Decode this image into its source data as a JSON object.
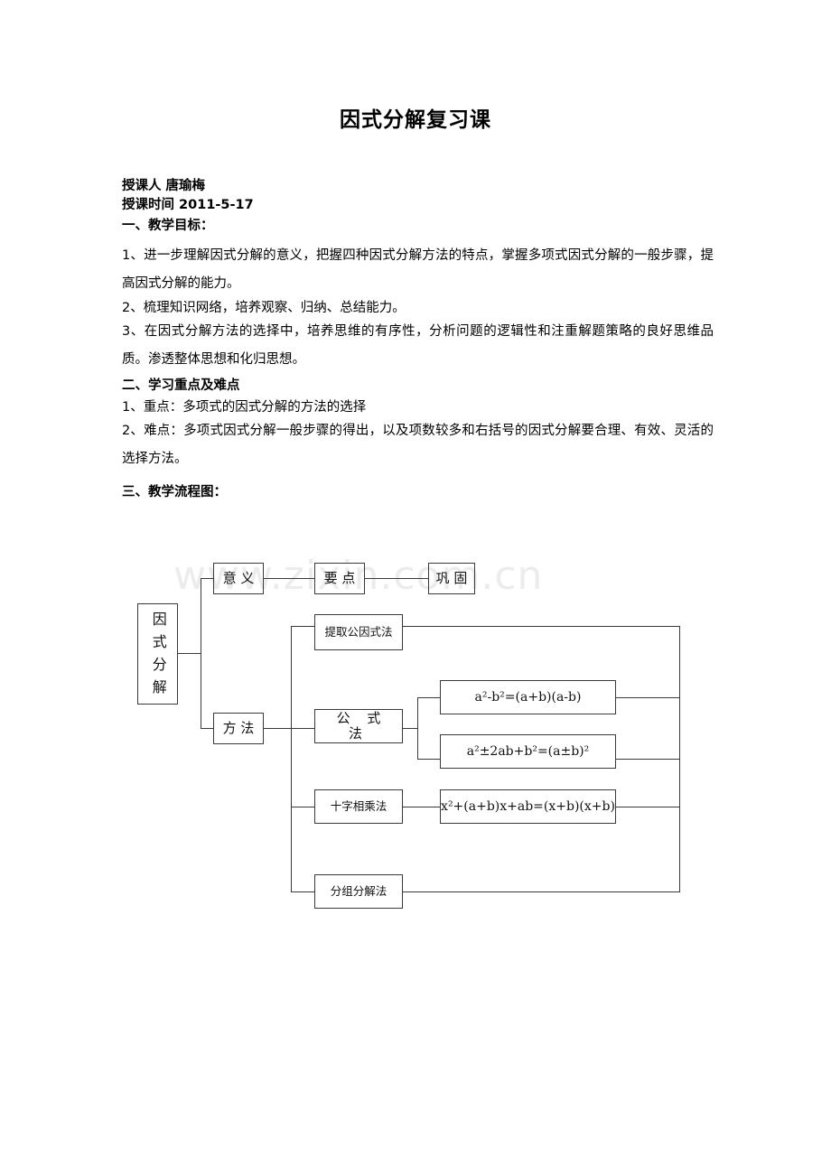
{
  "document": {
    "title": "因式分解复习课",
    "meta": {
      "teacher_line": "授课人  唐瑜梅",
      "date_line": "授课时间  2011-5-17"
    },
    "sections": [
      {
        "heading": "一、教学目标：",
        "paragraphs": [
          "1、进一步理解因式分解的意义，把握四种因式分解方法的特点，掌握多项式因式分解的一般步骤，提高因式分解的能力。",
          "2、梳理知识网络，培养观察、归纳、总结能力。",
          "3、在因式分解方法的选择中，培养思维的有序性，分析问题的逻辑性和注重解题策略的良好思维品质。渗透整体思想和化归思想。"
        ]
      },
      {
        "heading": "二、学习重点及难点",
        "paragraphs": [
          "1、重点：多项式的因式分解的方法的选择",
          "2、难点：多项式因式分解一般步骤的得出，以及项数较多和右括号的因式分解要合理、有效、灵活的选择方法。"
        ]
      },
      {
        "heading": "三、教学流程图：",
        "paragraphs": []
      }
    ]
  },
  "watermark": {
    "text": "www.zixin.com.cn",
    "color": "#ececec"
  },
  "flowchart": {
    "nodes": {
      "root": "因式分解",
      "meaning": "意 义",
      "keypoints": "要 点",
      "consolidate": "巩 固",
      "methods": "方 法",
      "method_common_factor": "提取公因式法",
      "method_formula": "公 式 法",
      "method_cross": "十字相乘法",
      "method_grouping": "分组分解法"
    },
    "formulas": {
      "diff_squares_lhs": "a",
      "diff_squares": "a²-b²=(a+b)(a-b)",
      "perfect_square": "a²±2ab+b²=(a±b)²",
      "cross_multiply": "x²+(a+b)x+ab=(x+b)(x+b)"
    },
    "line_color": "#3a3a3a"
  }
}
